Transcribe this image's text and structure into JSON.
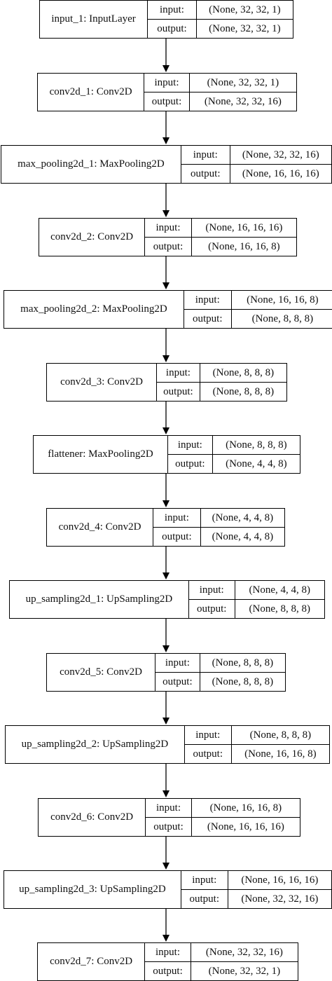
{
  "io_labels": {
    "input": "input:",
    "output": "output:"
  },
  "layers": [
    {
      "name": "input_1: InputLayer",
      "input": "(None, 32, 32, 1)",
      "output": "(None, 32, 32, 1)"
    },
    {
      "name": "conv2d_1: Conv2D",
      "input": "(None, 32, 32, 1)",
      "output": "(None, 32, 32, 16)"
    },
    {
      "name": "max_pooling2d_1: MaxPooling2D",
      "input": "(None, 32, 32, 16)",
      "output": "(None, 16, 16, 16)"
    },
    {
      "name": "conv2d_2: Conv2D",
      "input": "(None, 16, 16, 16)",
      "output": "(None, 16, 16, 8)"
    },
    {
      "name": "max_pooling2d_2: MaxPooling2D",
      "input": "(None, 16, 16, 8)",
      "output": "(None, 8, 8, 8)"
    },
    {
      "name": "conv2d_3: Conv2D",
      "input": "(None, 8, 8, 8)",
      "output": "(None, 8, 8, 8)"
    },
    {
      "name": "flattener: MaxPooling2D",
      "input": "(None, 8, 8, 8)",
      "output": "(None, 4, 4, 8)"
    },
    {
      "name": "conv2d_4: Conv2D",
      "input": "(None, 4, 4, 8)",
      "output": "(None, 4, 4, 8)"
    },
    {
      "name": "up_sampling2d_1: UpSampling2D",
      "input": "(None, 4, 4, 8)",
      "output": "(None, 8, 8, 8)"
    },
    {
      "name": "conv2d_5: Conv2D",
      "input": "(None, 8, 8, 8)",
      "output": "(None, 8, 8, 8)"
    },
    {
      "name": "up_sampling2d_2: UpSampling2D",
      "input": "(None, 8, 8, 8)",
      "output": "(None, 16, 16, 8)"
    },
    {
      "name": "conv2d_6: Conv2D",
      "input": "(None, 16, 16, 8)",
      "output": "(None, 16, 16, 16)"
    },
    {
      "name": "up_sampling2d_3: UpSampling2D",
      "input": "(None, 16, 16, 16)",
      "output": "(None, 32, 32, 16)"
    },
    {
      "name": "conv2d_7: Conv2D",
      "input": "(None, 32, 32, 16)",
      "output": "(None, 32, 32, 1)"
    }
  ],
  "colors": {
    "border": "#000000",
    "arrow": "#000000",
    "background": "#ffffff"
  }
}
